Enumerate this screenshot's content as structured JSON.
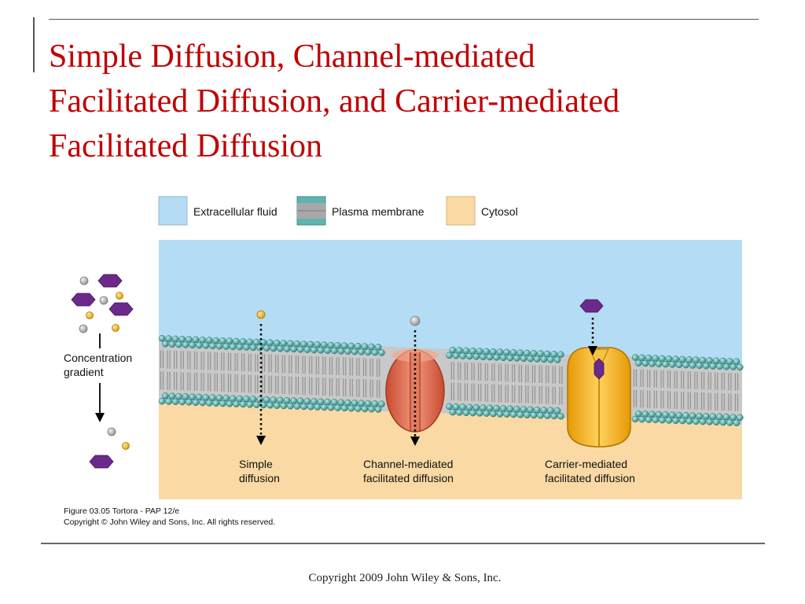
{
  "slide": {
    "title_lines": [
      "Simple Diffusion, Channel-mediated",
      "Facilitated Diffusion, and Carrier-mediated",
      "Facilitated Diffusion"
    ],
    "footer": "Copyright 2009 John Wiley & Sons, Inc."
  },
  "figure": {
    "legend": {
      "extracellular": "Extracellular fluid",
      "membrane": "Plasma membrane",
      "cytosol": "Cytosol"
    },
    "gradient_label_lines": [
      "Concentration",
      "gradient"
    ],
    "labels": {
      "simple": [
        "Simple",
        "diffusion"
      ],
      "channel": [
        "Channel-mediated",
        "facilitated diffusion"
      ],
      "carrier": [
        "Carrier-mediated",
        "facilitated diffusion"
      ]
    },
    "caption_lines": [
      "Figure 03.05  Tortora - PAP 12/e",
      "Copyright © John Wiley and Sons, Inc. All rights reserved."
    ]
  },
  "colors": {
    "title": "#c00000",
    "extracellular": "#b5dcf5",
    "cytosol": "#fad9a4",
    "lipid_head": "#5fb3b0",
    "channel_protein": "#e8795c",
    "carrier_protein": "#f7b21d",
    "solute_gray": "#b8b8b8",
    "solute_yellow": "#f2b620",
    "solute_purple": "#6b2a8b"
  }
}
